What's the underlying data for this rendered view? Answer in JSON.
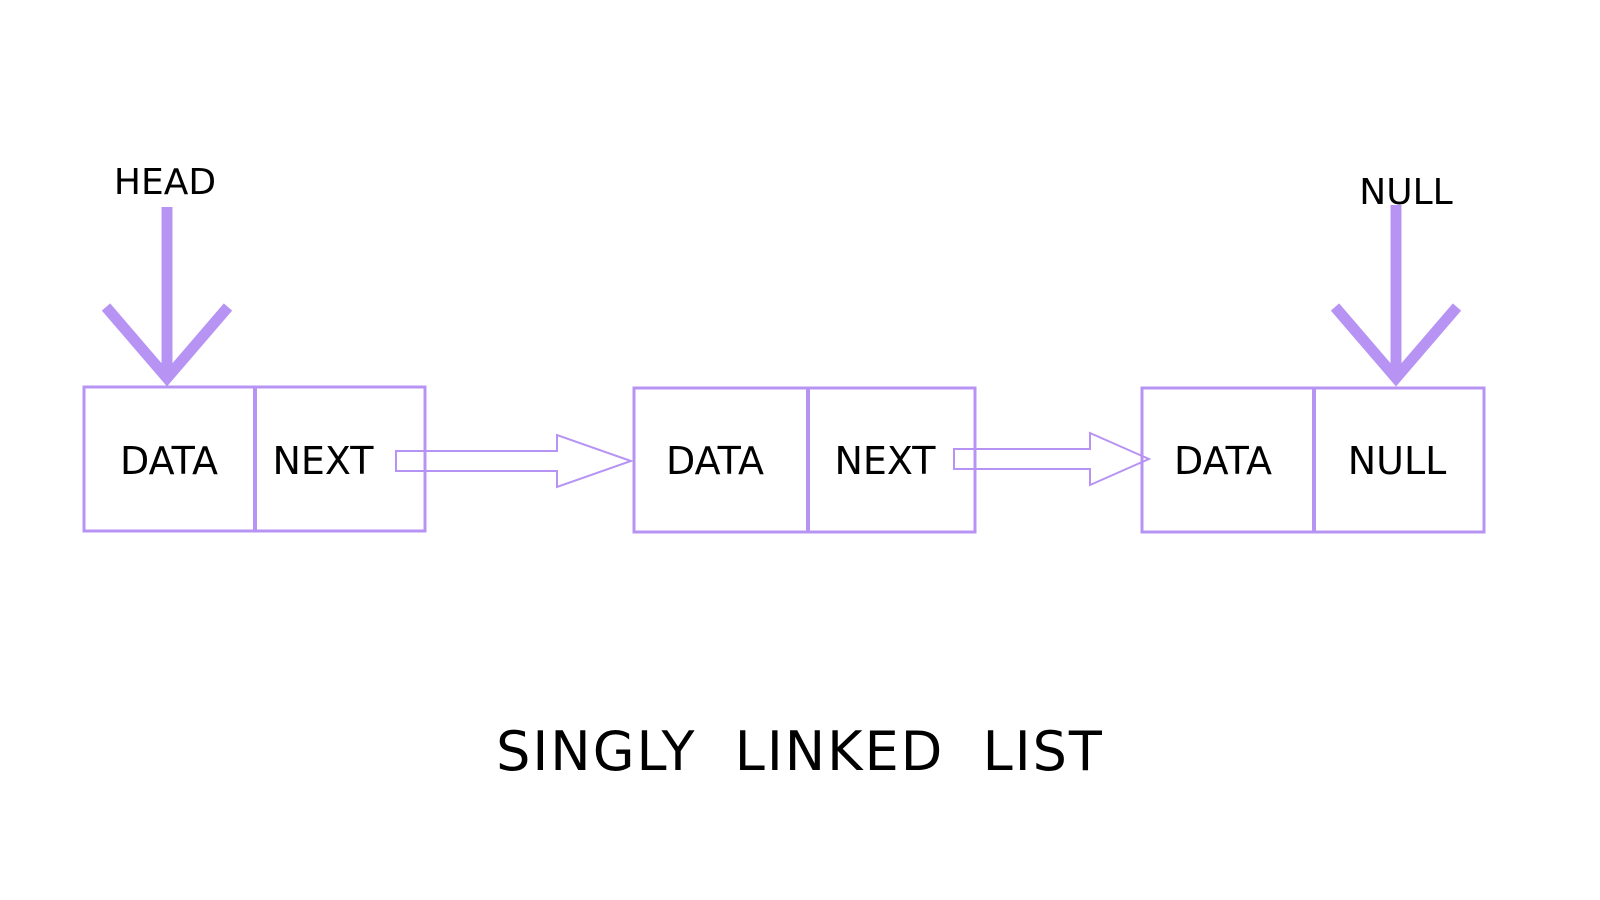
{
  "diagram": {
    "accent_color": "#b794f4",
    "text_color": "#000000",
    "head_label": "HEAD",
    "tail_label": "NULL",
    "caption": "SINGLY  LINKED  LIST",
    "nodes": [
      {
        "data_label": "DATA",
        "next_label": "NEXT"
      },
      {
        "data_label": "DATA",
        "next_label": "NEXT"
      },
      {
        "data_label": "DATA",
        "next_label": "NULL"
      }
    ]
  }
}
